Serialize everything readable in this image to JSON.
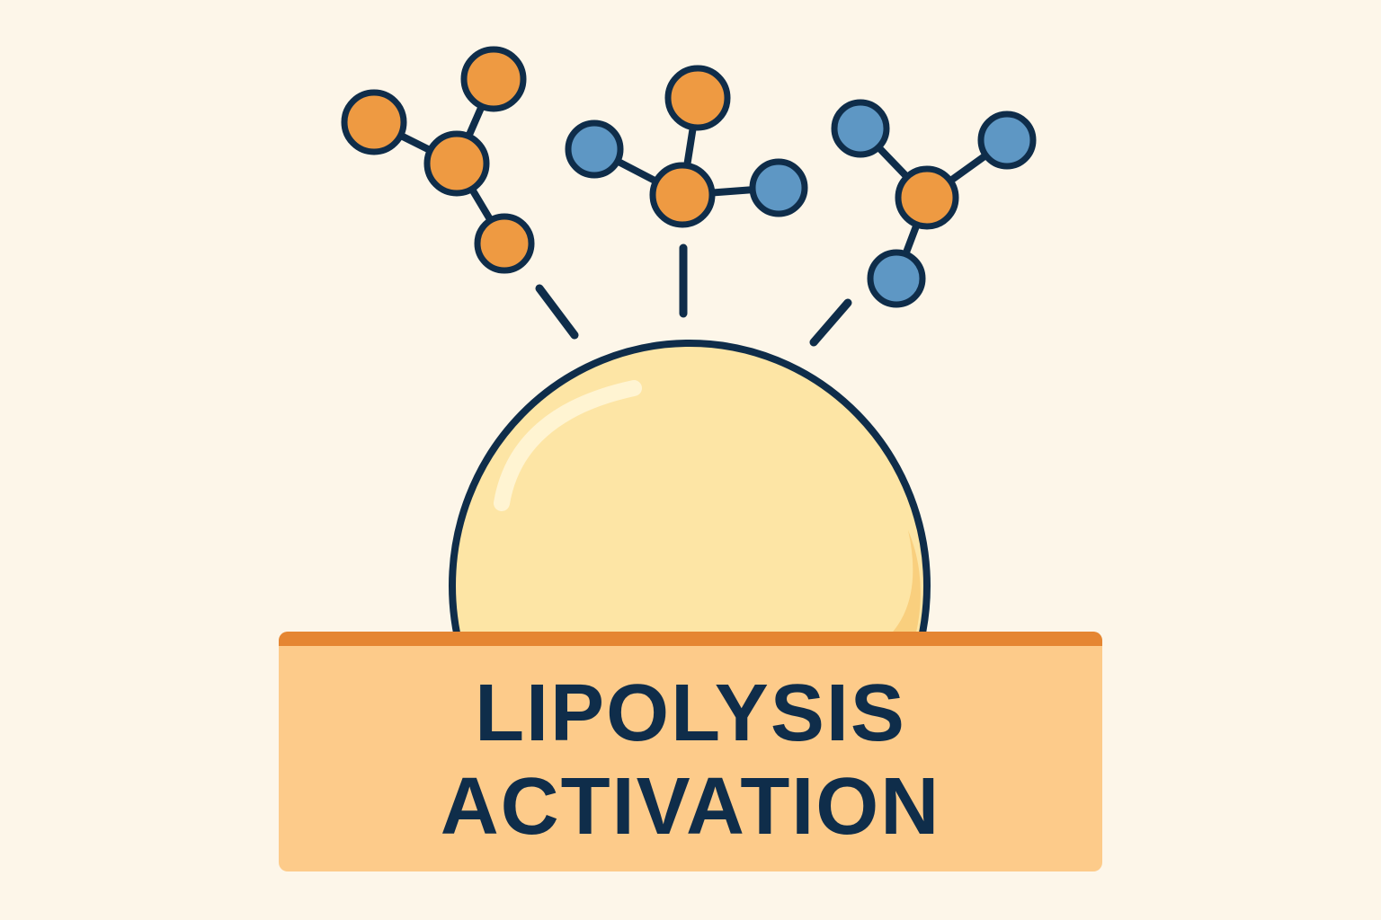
{
  "colors": {
    "background": "#FDF6E9",
    "outline": "#0F2D4A",
    "orange_atom": "#EE9A42",
    "blue_atom": "#5E97C4",
    "droplet_fill": "#FDE5A5",
    "droplet_shade": "#F9CF7E",
    "panel_fill": "#FDCB8A",
    "panel_stripe": "#E58632",
    "text": "#0F2D4A"
  },
  "molecules": [
    {
      "name": "molecule-left",
      "center_atom": "orange",
      "branch_atoms": [
        "orange",
        "orange",
        "orange"
      ]
    },
    {
      "name": "molecule-center",
      "center_atom": "orange",
      "branch_atoms": [
        "orange",
        "blue",
        "blue"
      ]
    },
    {
      "name": "molecule-right",
      "center_atom": "orange",
      "branch_atoms": [
        "blue",
        "blue",
        "blue"
      ]
    }
  ],
  "label": {
    "line1": "LIPOLYSIS",
    "line2": "ACTIVATION"
  }
}
